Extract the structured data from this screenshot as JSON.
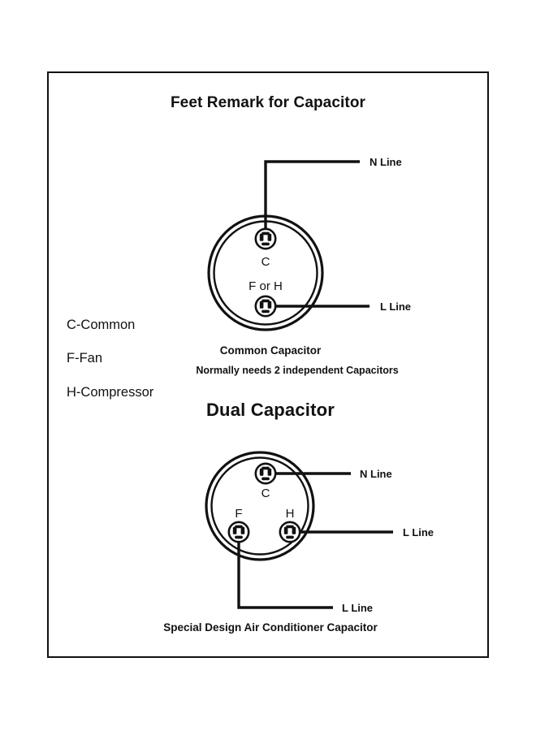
{
  "page": {
    "background_color": "#ffffff",
    "frame_color": "#111111",
    "ink_color": "#111111"
  },
  "header": {
    "title": "Feet Remark for Capacitor"
  },
  "legend": {
    "items": [
      {
        "label": "C-Common"
      },
      {
        "label": "F-Fan"
      },
      {
        "label": "H-Compressor"
      }
    ]
  },
  "diagram_top": {
    "caption_title": "Common Capacitor",
    "caption_note": "Normally needs 2 independent Capacitors",
    "terminals": [
      {
        "id": "c",
        "label": "C"
      },
      {
        "id": "forh",
        "label": "F or H"
      }
    ],
    "wires": [
      {
        "id": "n-line",
        "label": "N Line"
      },
      {
        "id": "l-line",
        "label": "L Line"
      }
    ]
  },
  "section_dual": {
    "title": "Dual Capacitor"
  },
  "diagram_bottom": {
    "caption_title": "Special Design Air Conditioner Capacitor",
    "terminals": [
      {
        "id": "c",
        "label": "C"
      },
      {
        "id": "f",
        "label": "F"
      },
      {
        "id": "h",
        "label": "H"
      }
    ],
    "wires": [
      {
        "id": "n-line",
        "label": "N Line"
      },
      {
        "id": "l-line-h",
        "label": "L Line"
      },
      {
        "id": "l-line-f",
        "label": "L Line"
      }
    ]
  }
}
